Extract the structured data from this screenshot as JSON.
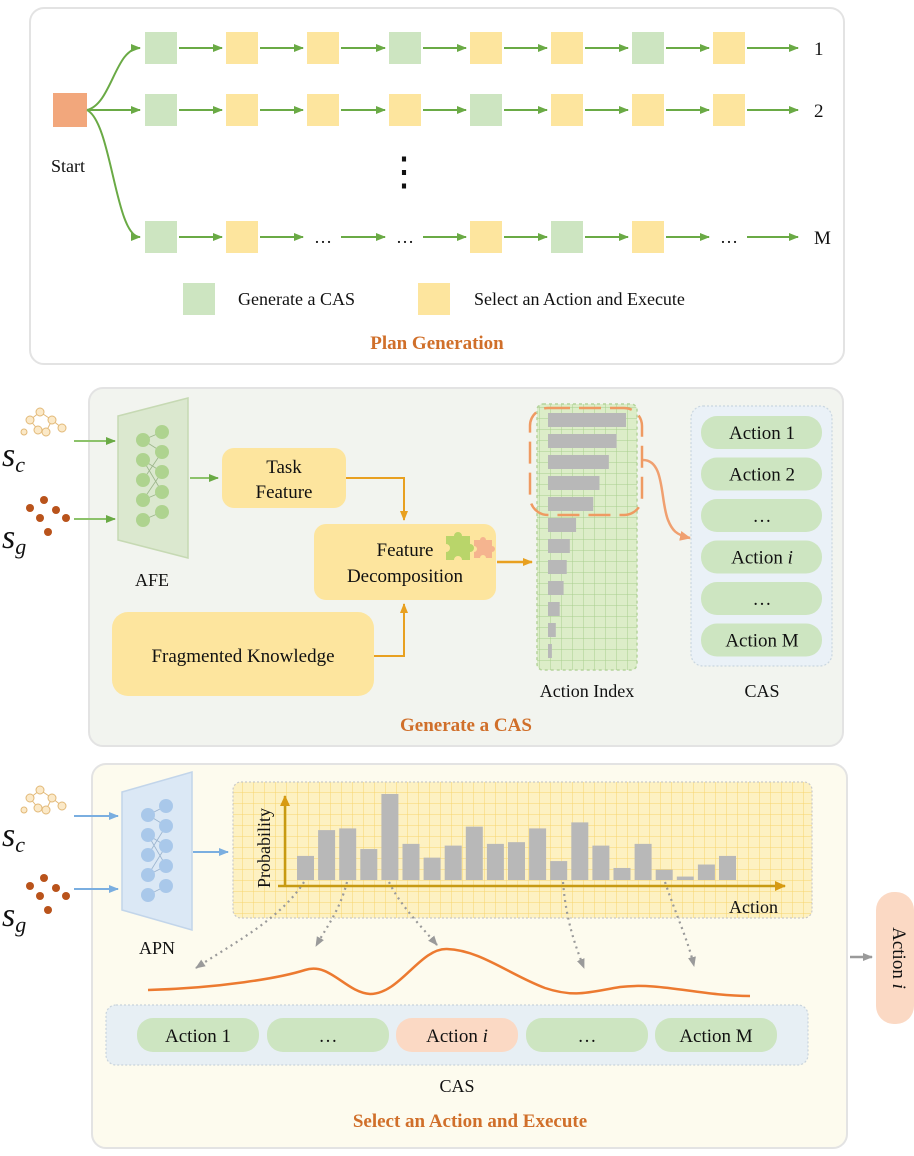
{
  "plan": {
    "title": "Plan Generation",
    "start_label": "Start",
    "rows": [
      {
        "label": "1",
        "seq": [
          "g",
          "y",
          "y",
          "g",
          "y",
          "y",
          "g",
          "y"
        ]
      },
      {
        "label": "2",
        "seq": [
          "g",
          "y",
          "y",
          "y",
          "g",
          "y",
          "y",
          "y"
        ]
      },
      {
        "label": "M",
        "seq": [
          "g",
          "y",
          "…",
          "…",
          "y",
          "g",
          "y",
          "…"
        ]
      }
    ],
    "vdots": "⋮",
    "legend_green": "Generate a CAS",
    "legend_yellow": "Select an Action and Execute"
  },
  "gen": {
    "title": "Generate a CAS",
    "sc": "s",
    "sc_sub": "c",
    "sg": "s",
    "sg_sub": "g",
    "afe_label": "AFE",
    "task_feature_line1": "Task",
    "task_feature_line2": "Feature",
    "feat_decomp_line1": "Feature",
    "feat_decomp_line2": "Decomposition",
    "fragmented": "Fragmented Knowledge",
    "action_index_label": "Action Index",
    "action_index_bars": [
      1.0,
      0.88,
      0.78,
      0.66,
      0.58,
      0.36,
      0.28,
      0.24,
      0.2,
      0.15,
      0.1,
      0.05
    ],
    "cas_label": "CAS",
    "cas_items": [
      {
        "prefix": "Action",
        "suffix": "1"
      },
      {
        "prefix": "Action",
        "suffix": "2"
      },
      {
        "prefix": "…",
        "suffix": ""
      },
      {
        "prefix": "Action",
        "suffix": "i",
        "italic": true
      },
      {
        "prefix": "…",
        "suffix": ""
      },
      {
        "prefix": "Action",
        "suffix": "M"
      }
    ]
  },
  "select": {
    "title": "Select an Action and Execute",
    "sc": "s",
    "sc_sub": "c",
    "sg": "s",
    "sg_sub": "g",
    "apn_label": "APN",
    "ylabel": "Probability",
    "xlabel": "Action",
    "prob_bars": [
      0.28,
      0.58,
      0.6,
      0.36,
      1.0,
      0.42,
      0.26,
      0.4,
      0.62,
      0.42,
      0.44,
      0.6,
      0.22,
      0.67,
      0.4,
      0.14,
      0.42,
      0.12,
      0.04,
      0.18,
      0.28
    ],
    "cas_label": "CAS",
    "cas_row": [
      {
        "prefix": "Action",
        "suffix": "1",
        "highlight": false
      },
      {
        "prefix": "…",
        "suffix": "",
        "highlight": false
      },
      {
        "prefix": "Action",
        "suffix": "i",
        "highlight": true,
        "italic": true
      },
      {
        "prefix": "…",
        "suffix": "",
        "highlight": false
      },
      {
        "prefix": "Action",
        "suffix": "M",
        "highlight": false
      }
    ],
    "output_prefix": "Action",
    "output_suffix": "i"
  },
  "colors": {
    "green_box": "#cde5c1",
    "yellow_box": "#fde59e",
    "start_box": "#f2a77c",
    "arrow_green": "#6aaa45",
    "arrow_orange": "#e8a020",
    "accent_orange": "#d06f2a",
    "curve_orange": "#ec7a30",
    "blue_arrow": "#7aaee0",
    "bar_grey": "#b8b8b8"
  }
}
